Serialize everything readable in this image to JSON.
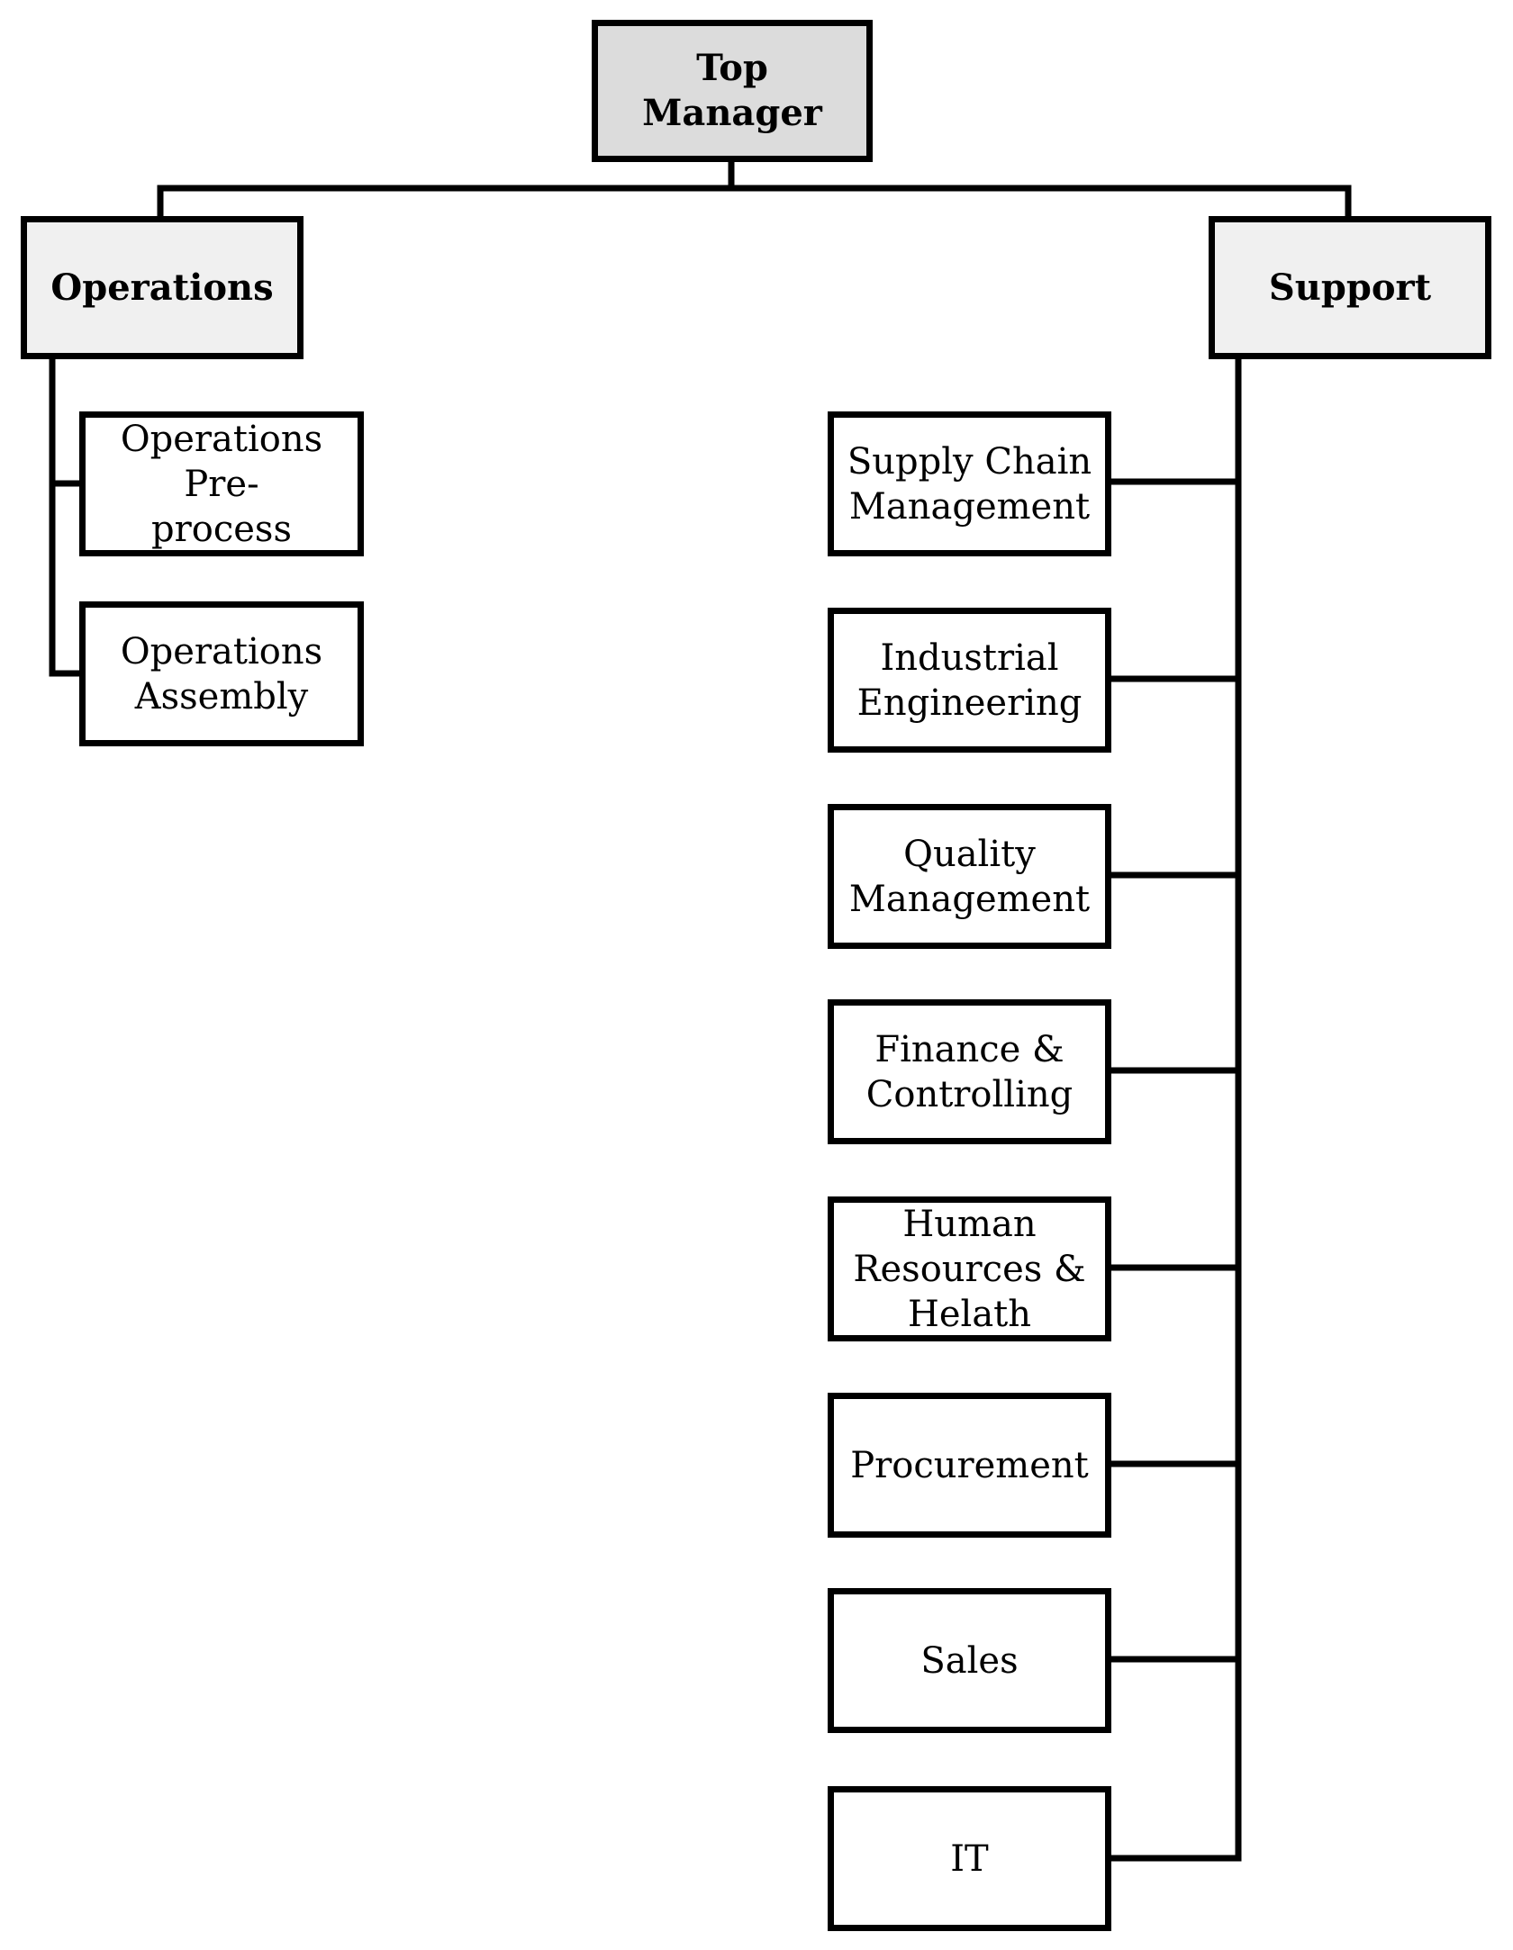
{
  "colors": {
    "root_fill": "#dcdcdc",
    "group_fill": "#f0f0f0",
    "box_fill": "#ffffff",
    "stroke": "#000000"
  },
  "top_manager": {
    "label": "Top Manager"
  },
  "operations": {
    "label": "Operations",
    "children": [
      {
        "label": "Operations Pre-\nprocess"
      },
      {
        "label": "Operations\nAssembly"
      }
    ]
  },
  "support": {
    "label": "Support",
    "children": [
      {
        "label": "Supply Chain\nManagement"
      },
      {
        "label": "Industrial\nEngineering"
      },
      {
        "label": "Quality\nManagement"
      },
      {
        "label": "Finance &\nControlling"
      },
      {
        "label": "Human\nResources &\nHelath"
      },
      {
        "label": "Procurement"
      },
      {
        "label": "Sales"
      },
      {
        "label": "IT"
      }
    ]
  }
}
